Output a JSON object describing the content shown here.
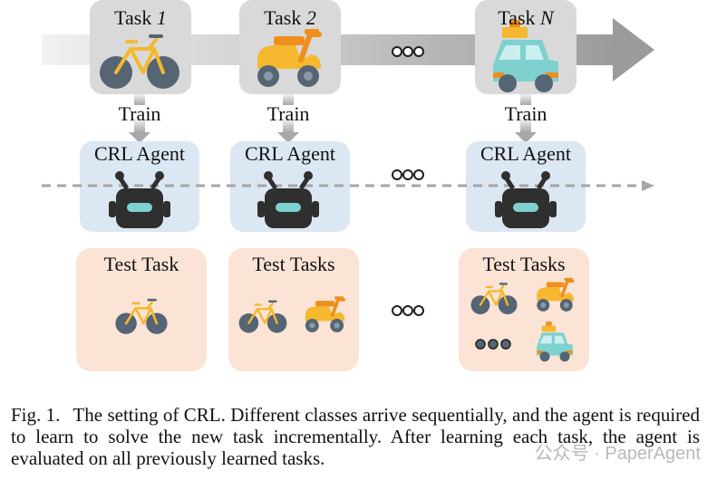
{
  "figure": {
    "tasks": [
      {
        "prefix": "Task ",
        "index": "1",
        "train_label": "Train",
        "agent_label": "CRL Agent",
        "test_label": "Test Task"
      },
      {
        "prefix": "Task ",
        "index": "2",
        "train_label": "Train",
        "agent_label": "CRL Agent",
        "test_label": "Test Tasks"
      },
      {
        "prefix": "Task ",
        "index": "N",
        "train_label": "Train",
        "agent_label": "CRL Agent",
        "test_label": "Test Tasks"
      }
    ],
    "icons": [
      "bicycle-icon",
      "scooter-icon",
      "car-icon",
      "robot-icon",
      "ellipsis-icon"
    ],
    "colors": {
      "task_card": "#d9d9d9",
      "agent_card": "#dbe7f3",
      "test_card": "#fbe4d6",
      "timeline_arrow": "#a6a6a6",
      "robot": "#2f2f2f",
      "robot_eye": "#7fd1cf",
      "bike": "#566573",
      "bike_accent": "#f5b82e"
    }
  },
  "caption": {
    "lead": "Fig. 1.",
    "text": "The setting of CRL. Different classes arrive sequentially, and the agent is required to learn to solve the new task incrementally. After learning each task, the agent is evaluated on all previously learned tasks."
  },
  "watermark": "公众号 · PaperAgent"
}
